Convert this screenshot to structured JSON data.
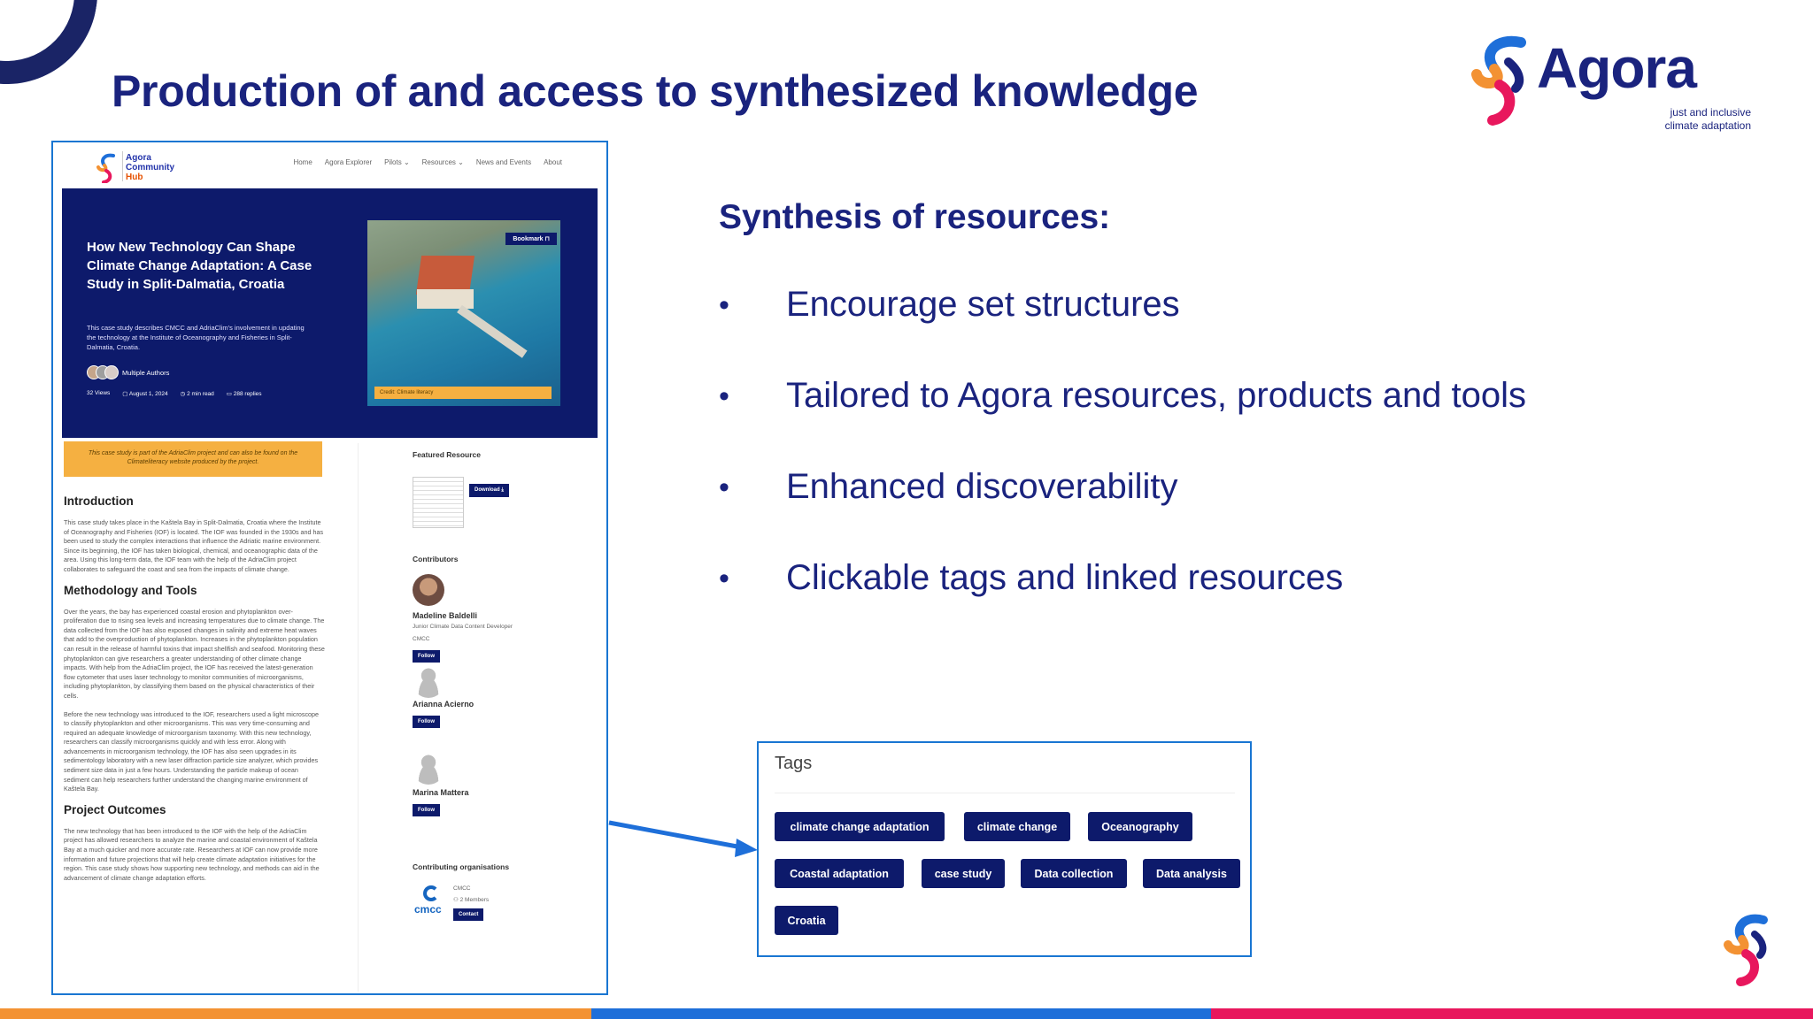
{
  "slide": {
    "title": "Production of and access to synthesized knowledge"
  },
  "brand": {
    "name": "Agora",
    "tagline_1": "just and inclusive",
    "tagline_2": "climate adaptation"
  },
  "screenshot": {
    "hub_logo": [
      "Agora",
      "Community",
      "Hub"
    ],
    "nav": [
      "Home",
      "Agora Explorer",
      "Pilots ⌄",
      "Resources ⌄",
      "News and Events",
      "About"
    ],
    "hero": {
      "title": "How New Technology Can Shape Climate Change Adaptation: A Case Study in Split-Dalmatia, Croatia",
      "description": "This case study describes CMCC and AdriaClim's involvement in updating the technology at the Institute of Oceanography and Fisheries in Split-Dalmatia, Croatia.",
      "authors": "Multiple Authors",
      "views": "32 Views",
      "date": "August 1, 2024",
      "read_time": "2 min read",
      "replies": "288 replies",
      "bookmark": "Bookmark",
      "credit": "Credit: Climate literacy"
    },
    "notice": "This case study is part of the AdriaClim project and can also be found on the Climateliteracy website produced by the project.",
    "sections": [
      {
        "heading": "Introduction",
        "paragraphs": [
          "This case study takes place in the Kaštela Bay in Split-Dalmatia, Croatia where the Institute of Oceanography and Fisheries (IOF) is located. The IOF was founded in the 1930s and has been used to study the complex interactions that influence the Adriatic marine environment. Since its beginning, the IOF has taken biological, chemical, and oceanographic data of the area. Using this long-term data, the IOF team with the help of the AdriaClim project collaborates to safeguard the coast and sea from the impacts of climate change."
        ]
      },
      {
        "heading": "Methodology and Tools",
        "paragraphs": [
          "Over the years, the bay has experienced coastal erosion and phytoplankton over-proliferation due to rising sea levels and increasing temperatures due to climate change. The data collected from the IOF has also exposed changes in salinity and extreme heat waves that add to the overproduction of phytoplankton. Increases in the phytoplankton population can result in the release of harmful toxins that impact shellfish and seafood. Monitoring these phytoplankton can give researchers a greater understanding of other climate change impacts. With help from the AdriaClim project, the IOF has received the latest-generation flow cytometer that uses laser technology to monitor communities of microorganisms, including phytoplankton, by classifying them based on the physical characteristics of their cells.",
          "Before the new technology was introduced to the IOF, researchers used a light microscope to classify phytoplankton and other microorganisms. This was very time-consuming and required an adequate knowledge of microorganism taxonomy. With this new technology, researchers can classify microorganisms quickly and with less error. Along with advancements in microorganism technology, the IOF has also seen upgrades in its sedimentology laboratory with a new laser diffraction particle size analyzer, which provides sediment size data in just a few hours. Understanding the particle makeup of ocean sediment can help researchers further understand the changing marine environment of Kaštela Bay."
        ]
      },
      {
        "heading": "Project Outcomes",
        "paragraphs": [
          "The new technology that has been introduced to the IOF with the help of the AdriaClim project has allowed researchers to analyze the marine and coastal environment of Kaštela Bay at a much quicker and more accurate rate. Researchers at IOF can now provide more information and future projections that will help create climate adaptation initiatives for the region. This case study shows how supporting new technology, and methods can aid in the advancement of climate change adaptation efforts."
        ]
      }
    ],
    "sidebar": {
      "featured_heading": "Featured Resource",
      "download_label": "Download ⤓",
      "contributors_heading": "Contributors",
      "contributors": [
        {
          "name": "Madeline Baldelli",
          "role": "Junior Climate Data Content Developer",
          "org": "CMCC",
          "follow": "Follow"
        },
        {
          "name": "Arianna Acierno",
          "follow": "Follow"
        },
        {
          "name": "Marina Mattera",
          "follow": "Follow"
        }
      ],
      "orgs_heading": "Contributing organisations",
      "org": {
        "logo_text": "cmcc",
        "name": "CMCC",
        "members": "2 Members",
        "contact": "Contact"
      }
    }
  },
  "synthesis": {
    "title": "Synthesis of resources:",
    "bullet_glyph": "•",
    "items": [
      "Encourage set structures",
      "Tailored to Agora resources, products and tools",
      "Enhanced discoverability",
      "Clickable tags and linked resources"
    ]
  },
  "tags": {
    "heading": "Tags",
    "items": [
      "climate change adaptation",
      "climate change",
      "Oceanography",
      "Coastal adaptation",
      "case study",
      "Data collection",
      "Data analysis",
      "Croatia"
    ]
  },
  "colors": {
    "navy": "#1a237e",
    "hero": "#0d1a6b",
    "accent_blue": "#1976d2",
    "orange": "#f5a623",
    "magenta": "#e91e63",
    "bar_orange": "#f39233",
    "bar_blue": "#1e6fd9",
    "bar_pink": "#e8175d"
  }
}
